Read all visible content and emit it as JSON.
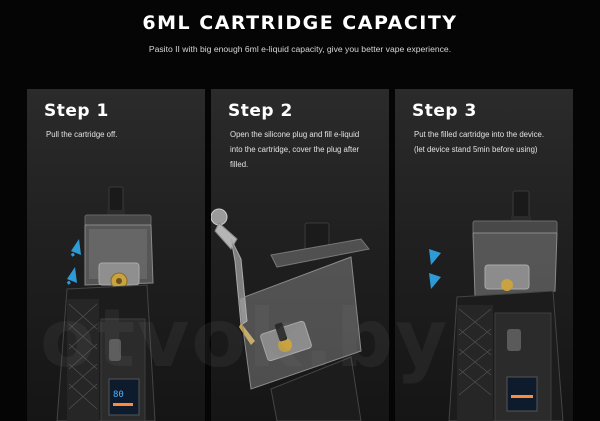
{
  "header": {
    "title": "6ML CARTRIDGE CAPACITY",
    "subtitle": "Pasito II with big enough 6ml e-liquid capacity, give you better vape experience."
  },
  "steps": [
    {
      "title": "Step 1",
      "lines": [
        "Pull the cartridge off."
      ]
    },
    {
      "title": "Step 2",
      "lines": [
        "Open the silicone plug and fill e-liquid",
        "into the cartridge, cover the plug after",
        "filled."
      ]
    },
    {
      "title": "Step 3",
      "lines": [
        "Put the filled cartridge into the device.",
        "(let device stand 5min before using)"
      ]
    }
  ],
  "watermark": "otvok.by",
  "device_screen": {
    "reading": "80"
  },
  "colors": {
    "background": "#050505",
    "panel": "#222222",
    "arrow": "#2e9bd6",
    "pod_gold": "#c9a341"
  }
}
